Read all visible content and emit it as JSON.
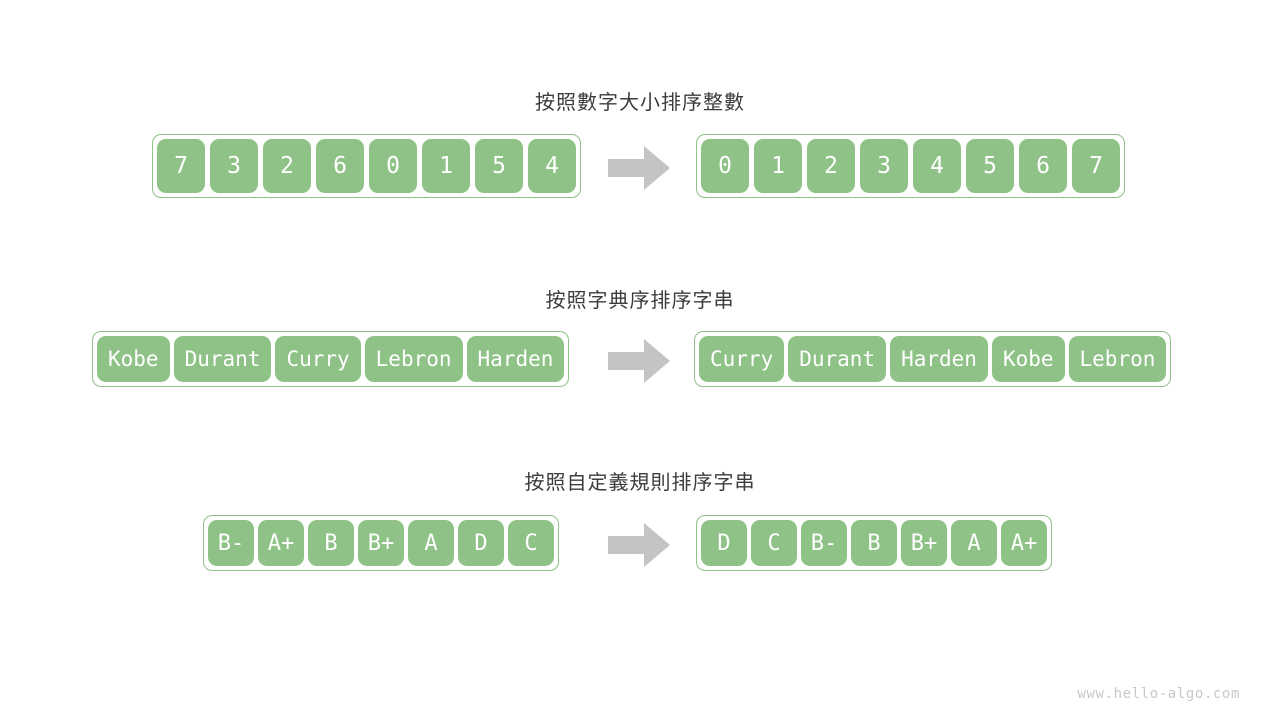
{
  "page": {
    "background_color": "#ffffff",
    "accent_color": "#8fc287",
    "arrow_color": "#c4c4c4",
    "title_color": "#3c3c3c",
    "footer_color": "#c8c8c8"
  },
  "footer": {
    "text": "www.hello-algo.com"
  },
  "sections": [
    {
      "title": "按照數字大小排序整數",
      "arrow_icon": "right-arrow-icon",
      "input": [
        "7",
        "3",
        "2",
        "6",
        "0",
        "1",
        "5",
        "4"
      ],
      "output": [
        "0",
        "1",
        "2",
        "3",
        "4",
        "5",
        "6",
        "7"
      ]
    },
    {
      "title": "按照字典序排序字串",
      "arrow_icon": "right-arrow-icon",
      "input": [
        "Kobe",
        "Durant",
        "Curry",
        "Lebron",
        "Harden"
      ],
      "output": [
        "Curry",
        "Durant",
        "Harden",
        "Kobe",
        "Lebron"
      ]
    },
    {
      "title": "按照自定義規則排序字串",
      "arrow_icon": "right-arrow-icon",
      "input": [
        "B-",
        "A+",
        "B",
        "B+",
        "A",
        "D",
        "C"
      ],
      "output": [
        "D",
        "C",
        "B-",
        "B",
        "B+",
        "A",
        "A+"
      ]
    }
  ]
}
